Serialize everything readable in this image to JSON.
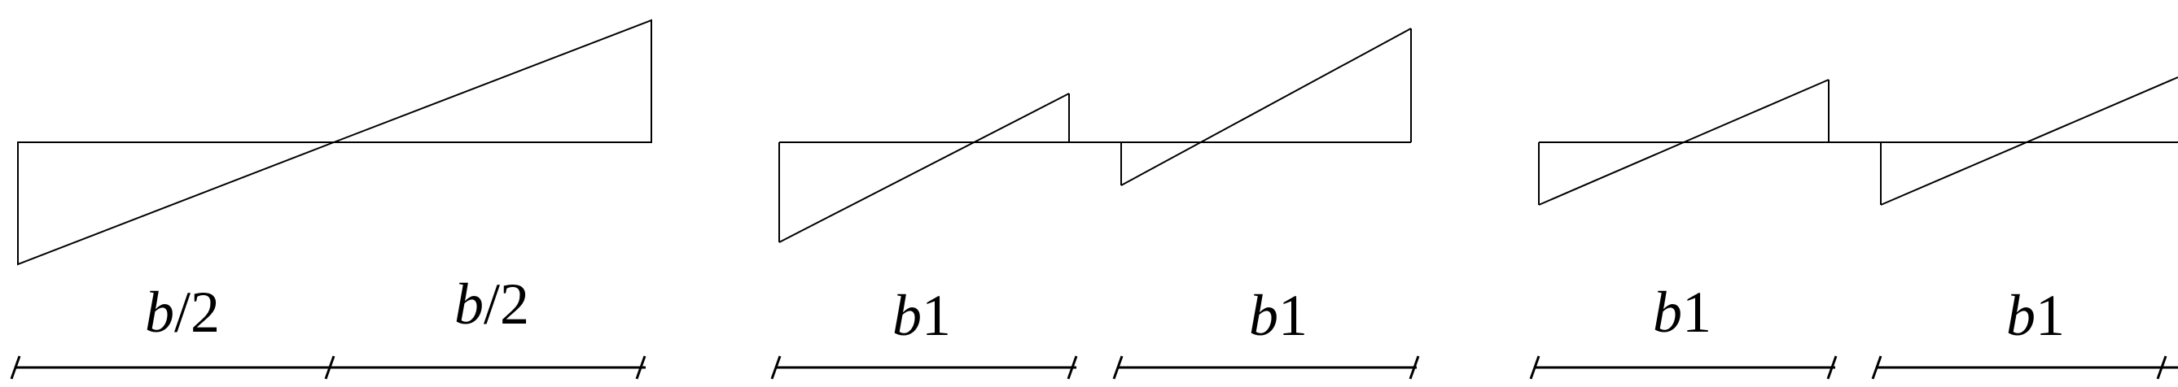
{
  "diagram": {
    "labels": {
      "p1_left_var": "b",
      "p1_left_rest": "/2",
      "p1_right_var": "b",
      "p1_right_rest": "/2",
      "p2_left_var": "b",
      "p2_left_sub": "1",
      "p2_right_var": "b",
      "p2_right_sub": "1",
      "p3_left_var": "b",
      "p3_left_sub": "1",
      "p3_right_var": "b",
      "p3_right_sub": "1"
    },
    "colors": {
      "stroke": "#000000",
      "background": "#ffffff"
    }
  }
}
